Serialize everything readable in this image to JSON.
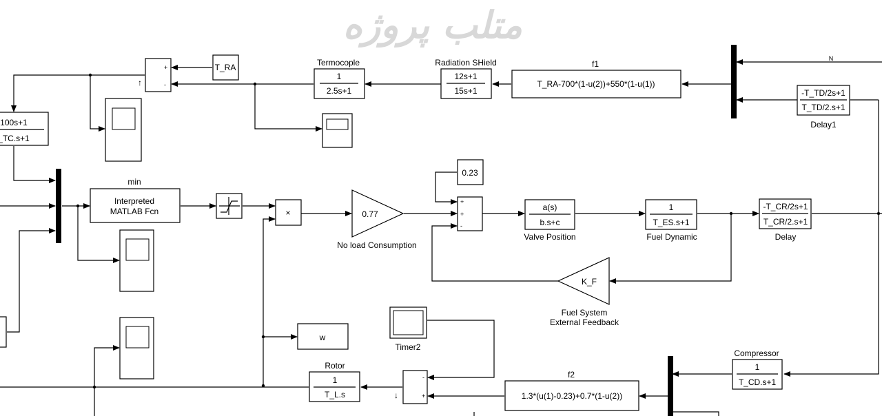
{
  "watermark": "متلب پروژه",
  "blocks": {
    "t_ra": "T_RA",
    "termocople": {
      "title": "Termocople",
      "num": "1",
      "den": "2.5s+1"
    },
    "radiation_shield": {
      "title": "Radiation SHield",
      "num": "12s+1",
      "den": "15s+1"
    },
    "f1": {
      "title": "f1",
      "expr": "T_RA-700*(1-u(2))+550*(1-u(1))"
    },
    "input_n": "N",
    "delay1": {
      "num": "-T_TD/2s+1",
      "den": "T_TD/2.s+1",
      "label": "Delay1"
    },
    "tc": {
      "num": "100s+1",
      "den": "_TC.s+1"
    },
    "min_fcn": {
      "title": "min",
      "line1": "Interpreted",
      "line2": "MATLAB Fcn"
    },
    "product": "×",
    "gain_noload": {
      "value": "0.77",
      "label": "No load Consumption"
    },
    "const_023": "0.23",
    "valve_position": {
      "num": "a(s)",
      "den": "b.s+c",
      "label": "Valve Position"
    },
    "fuel_dynamic": {
      "num": "1",
      "den": "T_ES.s+1",
      "label": "Fuel Dynamic"
    },
    "delay": {
      "num": "-T_CR/2s+1",
      "den": "T_CR/2.s+1",
      "label": "Delay"
    },
    "kf": {
      "value": "K_F",
      "label1": "Fuel System",
      "label2": "External Feedback"
    },
    "w_out": "w",
    "timer2": "Timer2",
    "rotor": {
      "title": "Rotor",
      "num": "1",
      "den": "T_L.s"
    },
    "f2": {
      "title": "f2",
      "expr": "1.3*(u(1)-0.23)+0.7*(1-u(2))"
    },
    "compressor": {
      "title": "Compressor",
      "num": "1",
      "den": "T_CD.s+1"
    },
    "signs": {
      "plus": "+",
      "minus": "-"
    }
  }
}
